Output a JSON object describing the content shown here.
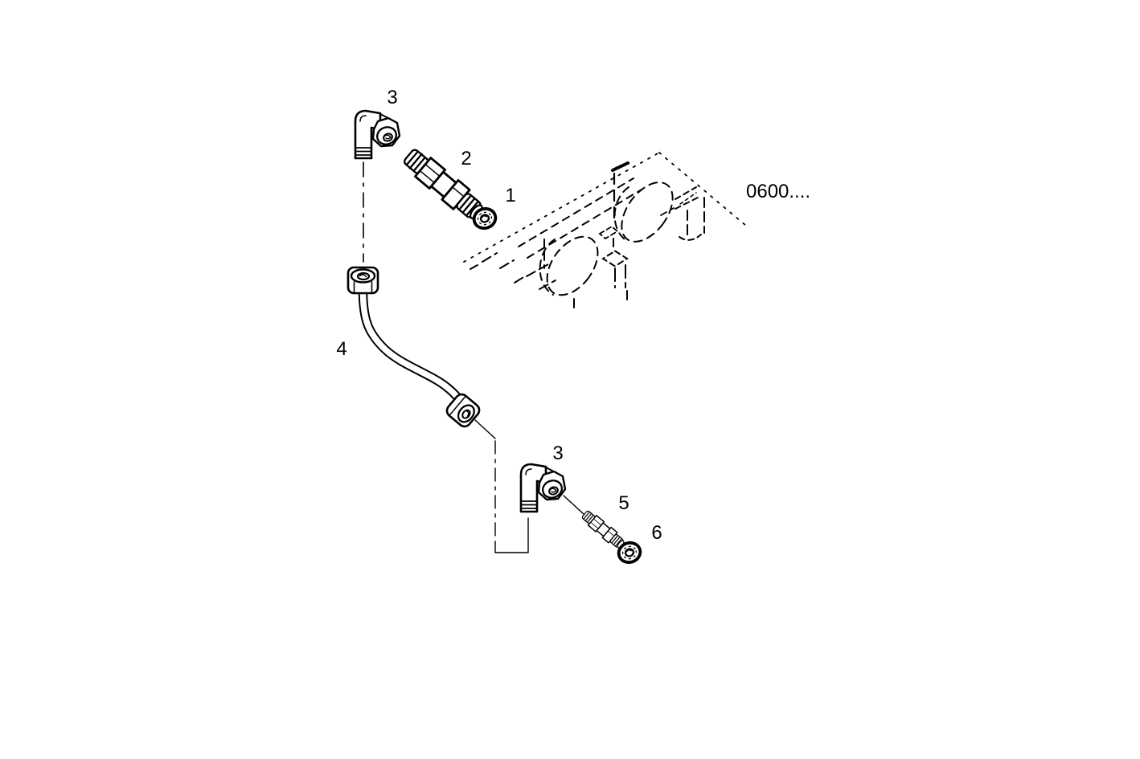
{
  "page": {
    "background_color": "#ffffff",
    "line_color": "#000000",
    "text_color": "#000000"
  },
  "diagram": {
    "reference_code": "0600....",
    "callouts": [
      {
        "label": "3"
      },
      {
        "label": "2"
      },
      {
        "label": "1"
      },
      {
        "label": "4"
      },
      {
        "label": "3"
      },
      {
        "label": "5"
      },
      {
        "label": "6"
      }
    ]
  }
}
